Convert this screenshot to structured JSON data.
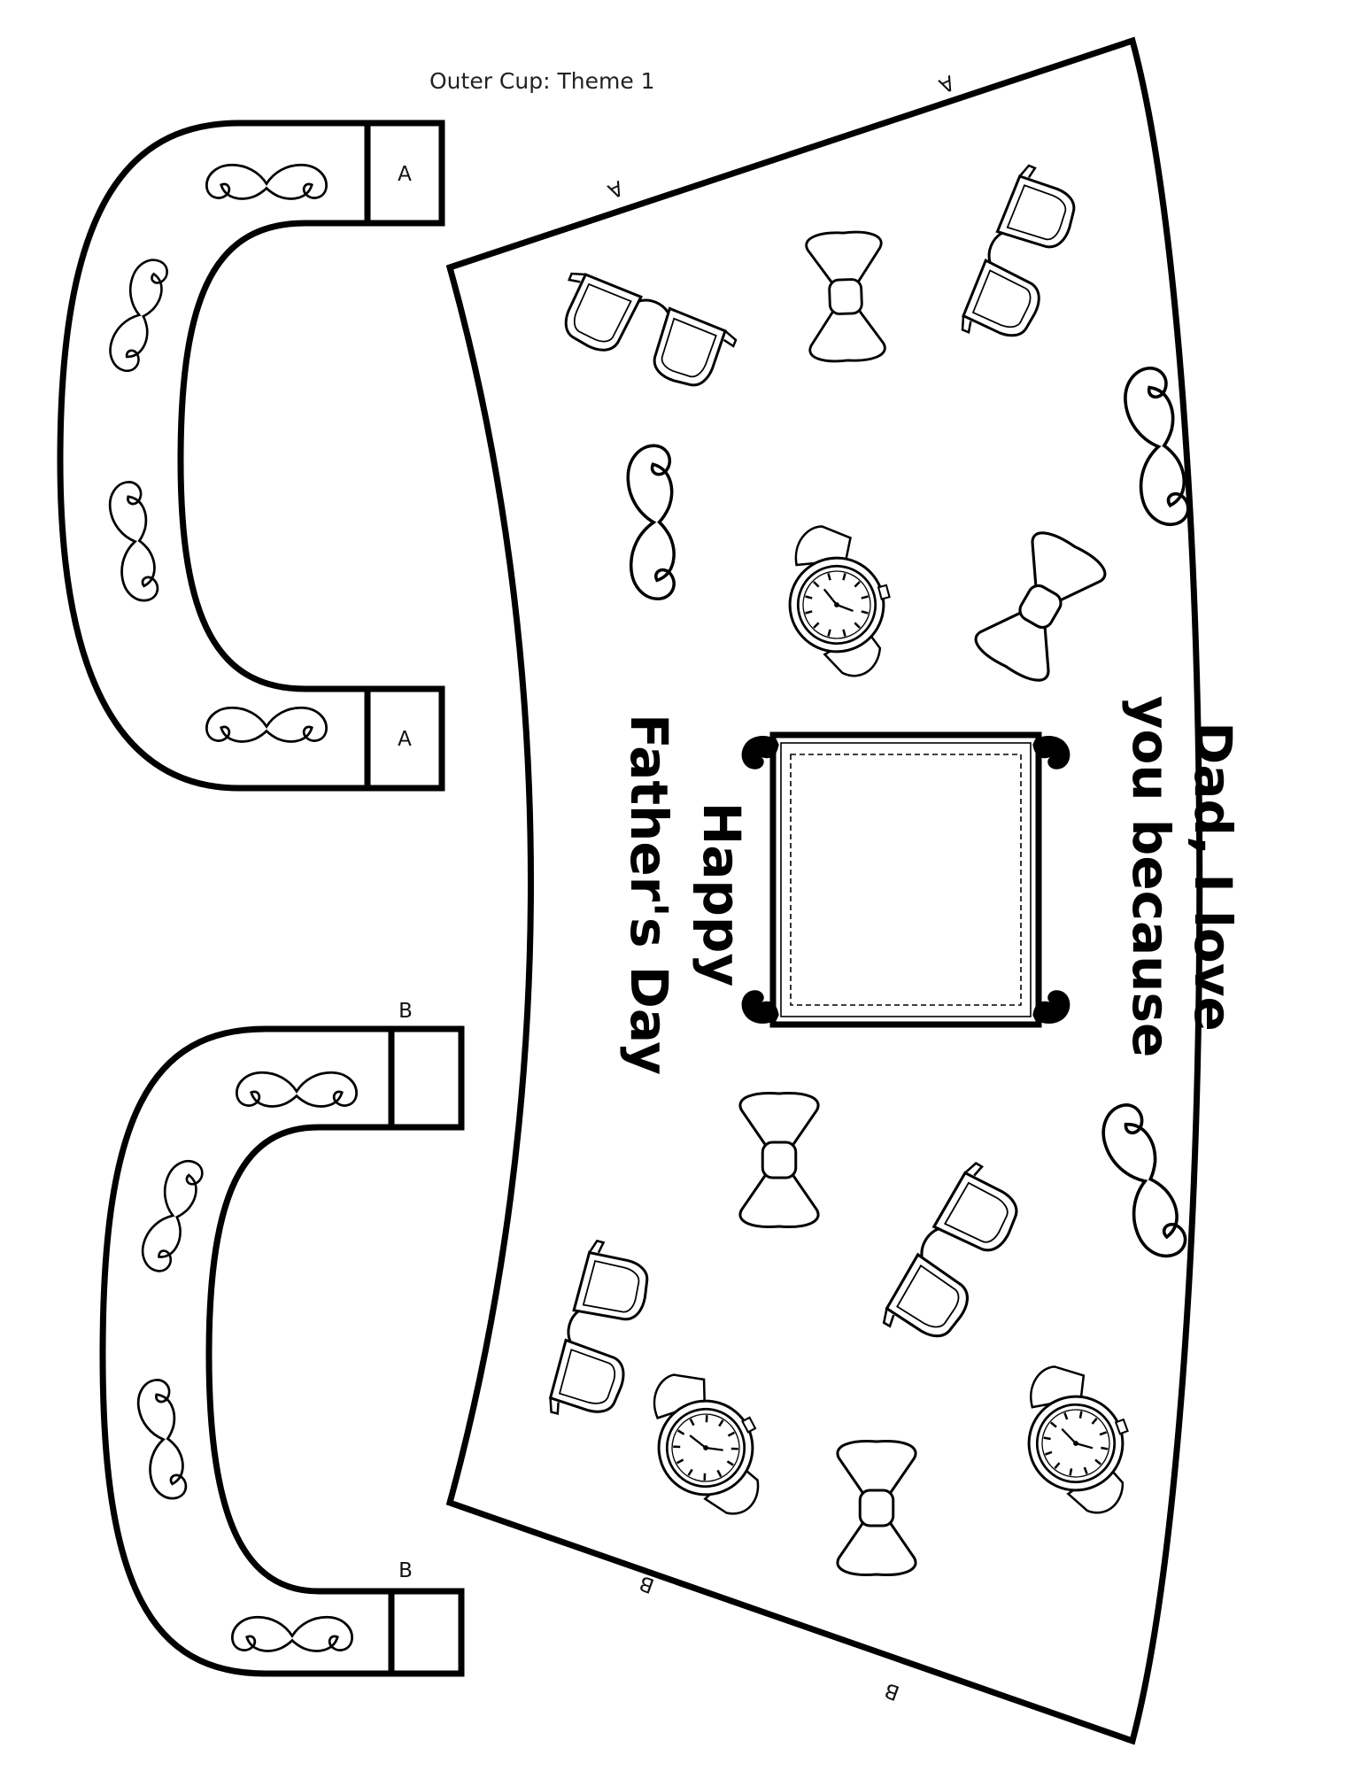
{
  "page": {
    "title": "Outer Cup: Theme 1"
  },
  "handles": {
    "top": {
      "tab_top": "A",
      "tab_bottom": "A"
    },
    "bottom": {
      "label_top": "B",
      "label_bottom": "B"
    }
  },
  "cup": {
    "edge_label_top_left": "A",
    "edge_label_top_right": "A",
    "edge_label_bottom_left": "B",
    "edge_label_bottom_right": "B",
    "message_line1": "Dad, I love",
    "message_line2": "you because",
    "greeting_line1": "Happy",
    "greeting_line2": "Father's Day"
  },
  "icons": [
    "mustache-icon",
    "bow-tie-icon",
    "glasses-icon",
    "wristwatch-icon",
    "photo-frame"
  ],
  "colors": {
    "ink": "#000000",
    "paper": "#ffffff"
  }
}
